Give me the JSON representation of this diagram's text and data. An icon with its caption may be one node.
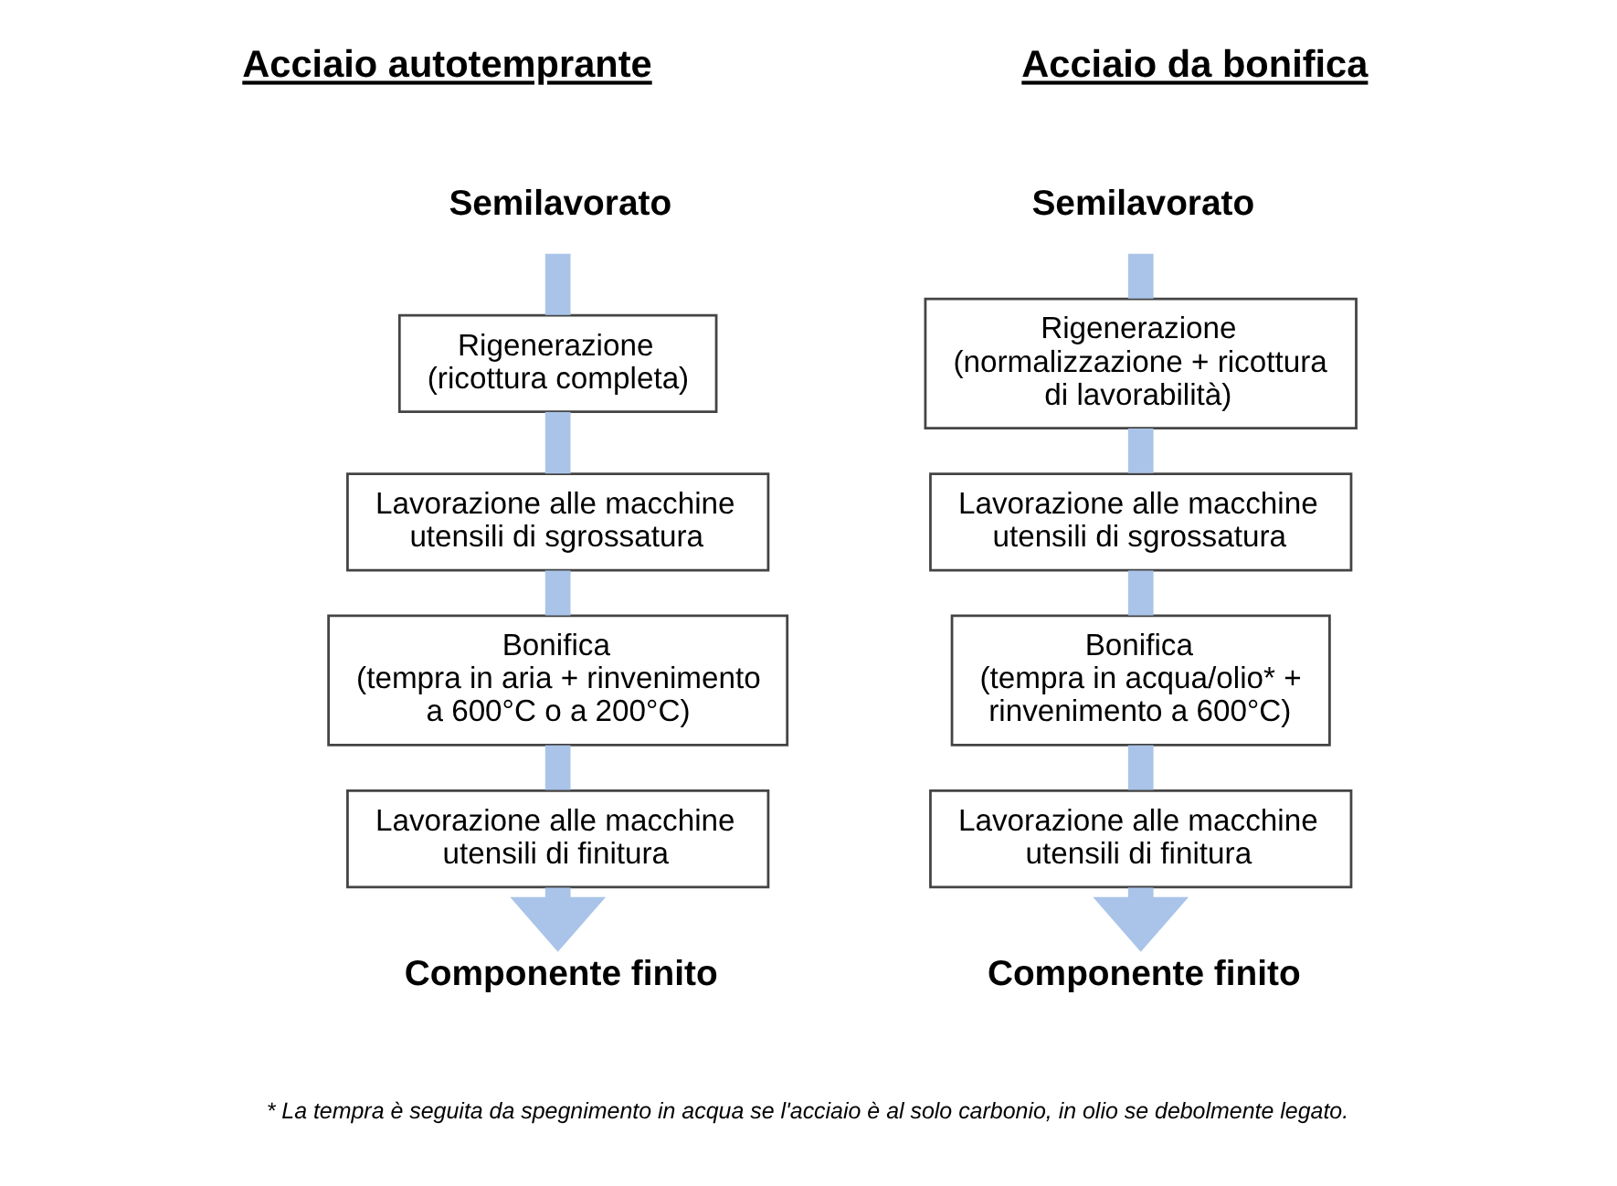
{
  "diagram": {
    "nodes": [
      {
        "text": [
          "Semilavorato"
        ]
      },
      {
        "text": [
          "Rigenerazione",
          "(ricottura completa)"
        ]
      },
      {
        "text": [
          "Lavorazione alle macchine utensili di sgrossatura"
        ]
      },
      {
        "text": [
          "Bonifica",
          "(tempra in aria + rinvenimento a 600°C o a 200°C)"
        ]
      },
      {
        "text": [
          "Lavorazione alle macchine utensili di finitura"
        ]
      },
      {
        "text": [
          "Componente finito"
        ]
      },
      {
        "text": [
          "Semilavorato"
        ]
      },
      {
        "text": [
          "Rigenerazione",
          "(normalizzazione + ricottura di lavorabilità)"
        ]
      },
      {
        "text": [
          "Lavorazione alle macchine utensili di sgrossatura"
        ]
      },
      {
        "text": [
          "Bonifica",
          "(tempra in acqua/olio* + rinvenimento a 600°C)"
        ]
      },
      {
        "text": [
          "Lavorazione alle macchine utensili di finitura"
        ]
      },
      {
        "text": [
          "Componente finito"
        ]
      }
    ],
    "edges": [
      {
        "from": 0,
        "to": 1,
        "arrow": "none"
      },
      {
        "from": 1,
        "to": 2,
        "arrow": "none"
      },
      {
        "from": 2,
        "to": 3,
        "arrow": "none"
      },
      {
        "from": 3,
        "to": 4,
        "arrow": "none"
      },
      {
        "from": 4,
        "to": 5,
        "arrow": "to"
      },
      {
        "from": 6,
        "to": 7,
        "arrow": "none"
      },
      {
        "from": 7,
        "to": 8,
        "arrow": "none"
      },
      {
        "from": 8,
        "to": 9,
        "arrow": "none"
      },
      {
        "from": 9,
        "to": 10,
        "arrow": "none"
      },
      {
        "from": 10,
        "to": 11,
        "arrow": "to"
      }
    ],
    "labels": [
      "Acciaio autotemprante",
      "Acciaio da bonifica",
      "* La tempra è seguita da spegnimento in acqua se l'acciaio è al solo carbonio, in olio se debolmente legato."
    ]
  }
}
